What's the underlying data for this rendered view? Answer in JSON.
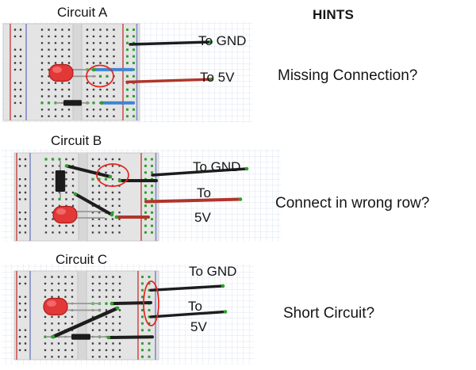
{
  "hints_header": "HINTS",
  "circuits": [
    {
      "title": "Circuit A",
      "hint": "Missing Connection?",
      "labels": {
        "gnd": "To GND",
        "power": "To 5V"
      },
      "annotation": "red oval highlighting gap between LED lead row and wires",
      "components": [
        "breadboard",
        "red LED",
        "resistor",
        "blue jumper wires",
        "black wire to GND",
        "red wire to 5V"
      ]
    },
    {
      "title": "Circuit B",
      "hint": "Connect in wrong row?",
      "labels": {
        "gnd": "To GND",
        "power_line1": "To",
        "power_line2": "5V"
      },
      "annotation": "red oval highlighting wires inserted one row apart",
      "components": [
        "breadboard",
        "resistor",
        "red LED",
        "black jumper wires",
        "black wire to GND",
        "red wire to 5V"
      ]
    },
    {
      "title": "Circuit C",
      "hint": "Short Circuit?",
      "labels": {
        "gnd": "To GND",
        "power_line1": "To",
        "power_line2": "5V"
      },
      "annotation": "red oval highlighting GND and 5V wires on same power rail",
      "components": [
        "breadboard",
        "red LED",
        "resistor",
        "black jumper wires",
        "black wire to GND",
        "black wire to 5V"
      ]
    }
  ],
  "colors": {
    "board": "#e4e4e4",
    "channel": "#d7d7d7",
    "hole": "#3d3d3d",
    "hole_green": "#2ca02c",
    "rail_red": "#cc5353",
    "rail_blue": "#8089cc",
    "wire_black": "#1d1d1d",
    "wire_red": "#b2342a",
    "wire_blue": "#3f86cf",
    "led": "#e23838",
    "led_outline": "#b01d1d",
    "resistor": "#1b1b1b",
    "lead": "#999999",
    "annotation": "#e6241e",
    "grid_line": "#dde3f0",
    "text": "#151515"
  }
}
